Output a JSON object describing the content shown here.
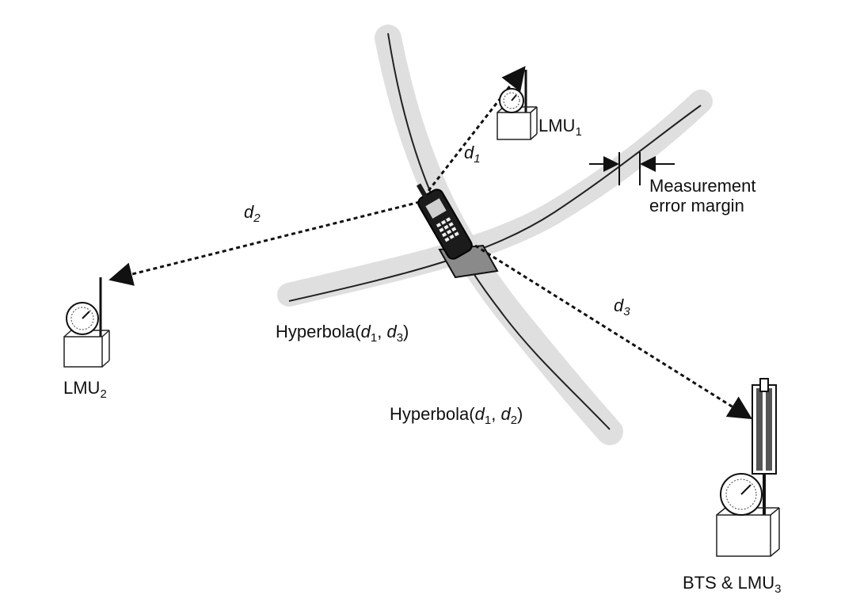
{
  "labels": {
    "lmu1": {
      "base": "LMU",
      "sub": "1"
    },
    "lmu2": {
      "base": "LMU",
      "sub": "2"
    },
    "bts": {
      "base": "BTS & LMU",
      "sub": "3"
    },
    "d1": {
      "base": "d",
      "sub": "1"
    },
    "d2": {
      "base": "d",
      "sub": "2"
    },
    "d3": {
      "base": "d",
      "sub": "3"
    },
    "measurement": {
      "line1": "Measurement",
      "line2": "error margin"
    },
    "hyp13": {
      "prefix": "Hyperbola(",
      "a": "d",
      "a_sub": "1",
      "sep": ", ",
      "b": "d",
      "b_sub": "3",
      "suffix": ")"
    },
    "hyp12": {
      "prefix": "Hyperbola(",
      "a": "d",
      "a_sub": "1",
      "sep": ", ",
      "b": "d",
      "b_sub": "2",
      "suffix": ")"
    }
  },
  "colors": {
    "ink": "#111111",
    "band": "#d9d9d9",
    "overlap": "#8a8a8a"
  },
  "icons": [
    "mobile-phone-icon",
    "clock-dial-icon",
    "antenna-icon",
    "tower-antenna-icon"
  ]
}
